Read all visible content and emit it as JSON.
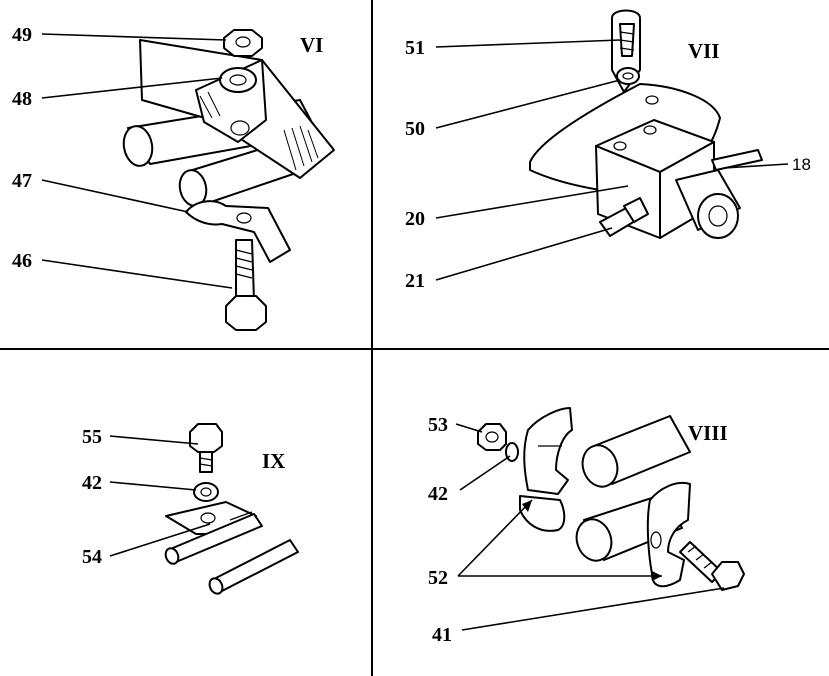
{
  "panels": [
    {
      "roman": "VI",
      "callouts": [
        "49",
        "48",
        "47",
        "46"
      ]
    },
    {
      "roman": "VII",
      "callouts": [
        "51",
        "50",
        "20",
        "21",
        "18"
      ]
    },
    {
      "roman": "IX",
      "callouts": [
        "55",
        "42",
        "54"
      ]
    },
    {
      "roman": "VIII",
      "callouts": [
        "53",
        "42",
        "52",
        "41"
      ]
    }
  ]
}
